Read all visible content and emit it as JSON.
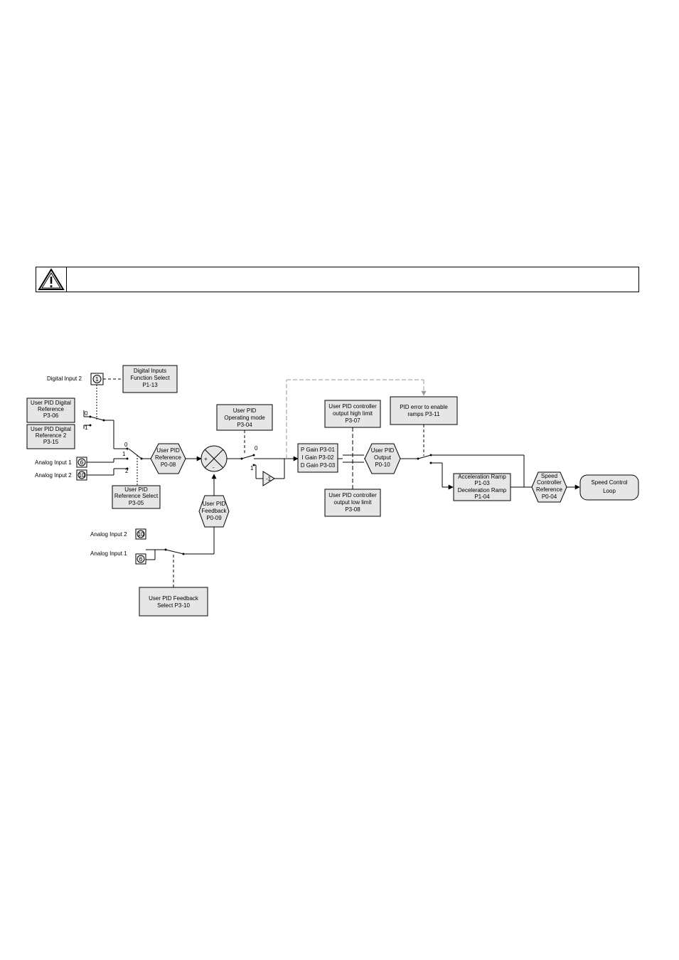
{
  "warning": {
    "text": ""
  },
  "diagram": {
    "inputs": {
      "digital_input_2": "Digital Input 2",
      "digital_input_num": "1",
      "analog_input_1": "Analog Input 1",
      "analog_input_1_num": "6",
      "analog_input_2": "Analog Input 2",
      "analog_input_2_num": "10",
      "fb_analog_input_2": "Analog Input 2",
      "fb_analog_input_2_num": "10",
      "fb_analog_input_1": "Analog Input 1",
      "fb_analog_input_1_num": "6"
    },
    "blocks": {
      "digital_inputs_function_select": [
        "Digital Inputs",
        "Function Select",
        "P1-13"
      ],
      "user_pid_digital_reference": [
        "User PID Digital",
        "Reference",
        "P3-06"
      ],
      "user_pid_digital_reference_2": [
        "User PID Digital",
        "Reference 2",
        "P3-15"
      ],
      "user_pid_reference_select": [
        "User PID",
        "Reference Select",
        "P3-05"
      ],
      "user_pid_reference": [
        "User PID",
        "Reference",
        "P0-08"
      ],
      "user_pid_feedback": [
        "User PID",
        "Feedback",
        "P0-09"
      ],
      "user_pid_feedback_select": [
        "User PID Feedback",
        "Select P3-10"
      ],
      "user_pid_operating_mode": [
        "User PID",
        "Operating mode",
        "P3-04"
      ],
      "inverter": "-1",
      "pid_gains": [
        "P Gain P3-01",
        "I Gain P3-02",
        "D Gain P3-03"
      ],
      "high_limit": [
        "User PID controller",
        "output high limit",
        "P3-07"
      ],
      "low_limit": [
        "User PID controller",
        "output low limit",
        "P3-08"
      ],
      "user_pid_output": [
        "User PID",
        "Output",
        "P0-10"
      ],
      "pid_error_ramps": [
        "PID error to enable",
        "ramps P3-11"
      ],
      "ramps": [
        "Acceleration Ramp",
        "P1-03",
        "Deceleration Ramp",
        "P1-04"
      ],
      "speed_controller_reference": [
        "Speed",
        "Controller",
        "Reference",
        "P0-04"
      ],
      "speed_control_loop": [
        "Speed Control",
        "Loop"
      ]
    },
    "switch_labels": {
      "ref_digital_0": "0",
      "ref_digital_1": "1",
      "ref_sel_0": "0",
      "ref_sel_1": "1",
      "ref_sel_2": "2",
      "mode_0": "0",
      "mode_1": "1"
    },
    "sum_signs": {
      "plus": "+",
      "minus": "-"
    }
  }
}
